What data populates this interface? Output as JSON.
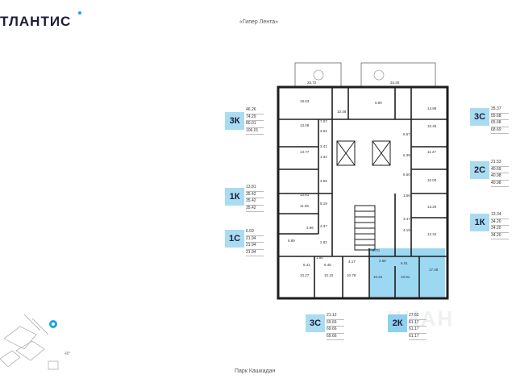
{
  "brand": {
    "logo_text": "ТЛАНТИС"
  },
  "labels": {
    "top_street": "«Гипер Лента»",
    "bottom_park": "Парк Кашкадан"
  },
  "compass": {
    "degrees": "48°"
  },
  "watermark": "ЦИАН",
  "colors": {
    "accent": "#a9dcf0",
    "selected_fill": "#9cd8f2",
    "wall": "#1e1e1e"
  },
  "units": [
    {
      "type": "3К",
      "areas": [
        "46.26",
        "74.29",
        "80.01",
        "106.01"
      ]
    },
    {
      "type": "1К",
      "areas": [
        "13.81",
        "35.42",
        "35.42",
        "35.42"
      ]
    },
    {
      "type": "1С",
      "areas": [
        "6.59",
        "21.94",
        "21.94",
        "21.94"
      ]
    },
    {
      "type": "3С",
      "areas": [
        "35.37",
        "55.68",
        "65.68",
        "68.69"
      ]
    },
    {
      "type": "2С",
      "areas": [
        "21.53",
        "40.69",
        "40.98",
        "40.98"
      ]
    },
    {
      "type": "1К",
      "areas": [
        "13.34",
        "34.20",
        "34.20",
        "34.20"
      ]
    },
    {
      "type": "3С",
      "areas": [
        "21.12",
        "69.66",
        "69.66",
        "69.66"
      ]
    },
    {
      "type": "2К",
      "areas": [
        "27.62",
        "61.17",
        "61.17",
        "61.17"
      ]
    }
  ],
  "room_areas": {
    "balcony_left": "20.72",
    "balcony_right": "33.30",
    "r1": "18.63",
    "r2": "10.48",
    "r3": "6.90",
    "r4": "14.99",
    "r5": "13.08",
    "r6": "7.07",
    "r7": "3.52",
    "r8": "6.57",
    "r9": "10.45",
    "r10": "13.77",
    "r11": "2.41",
    "r12": "1.34",
    "r13": "6.39",
    "r14": "11.47",
    "r15": "3.59",
    "r16": "6.50",
    "r17": "10.00",
    "r18": "13.61",
    "r19": "1.56",
    "r20": "11.05",
    "r21": "5.19",
    "r22": "13.20",
    "r23": "3.47",
    "r24": "4.96",
    "r25": "4.37",
    "r26": "4.19",
    "r27": "12.34",
    "r28": "6.89",
    "r29": "2.82",
    "r30": "6.41",
    "r31": "1.86",
    "r32": "6.46",
    "r33": "4.17",
    "r34": "2.70",
    "r35": "6.01",
    "r36": "17.48",
    "r37": "10.27",
    "r38": "10.10",
    "r39": "10.79",
    "r40": "10.22",
    "r41": "10.91",
    "r42": "2.66"
  }
}
